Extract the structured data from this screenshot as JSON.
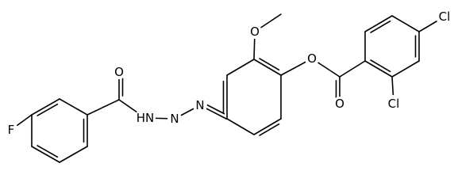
{
  "molecule": {
    "colors": {
      "bond": "#000000",
      "label": "#000000",
      "background": "#ffffff"
    },
    "atom_labels": {
      "fluorine": "F",
      "amide_oxygen": "O",
      "hydrazide_nh": "HN",
      "imine_n1": "N",
      "imine_n2": "N",
      "methoxy_oxygen": "O",
      "ester_ring_oxygen": "O",
      "ester_carbonyl_oxygen": "O",
      "chlorine_para": "Cl",
      "chlorine_ortho": "Cl"
    }
  }
}
